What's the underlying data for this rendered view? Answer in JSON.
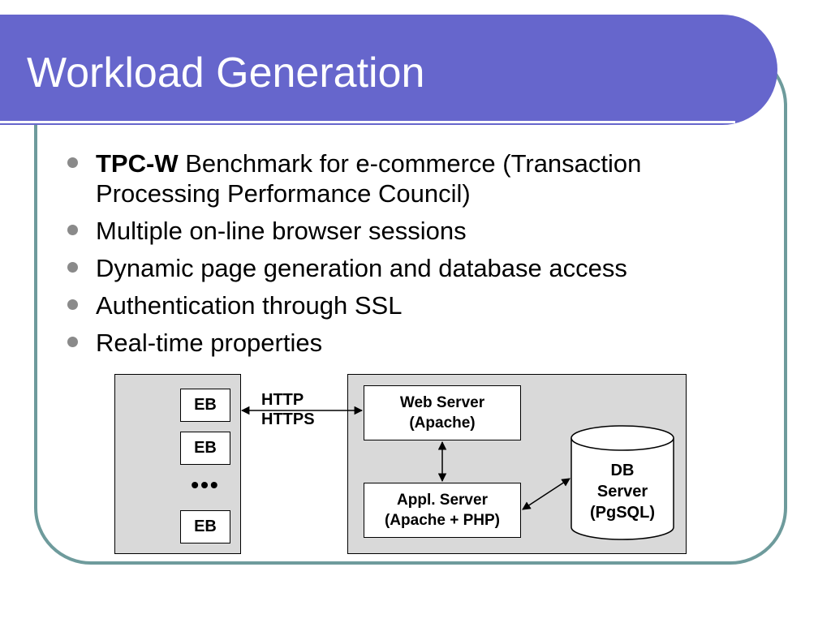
{
  "slide": {
    "title": "Workload Generation"
  },
  "bullets": {
    "b1_bold": "TPC-W",
    "b1_rest": " Benchmark for e-commerce (Transaction Processing Performance Council)",
    "b2": "Multiple on-line browser sessions",
    "b3": "Dynamic page generation and database access",
    "b4": "Authentication through SSL",
    "b5": "Real-time properties"
  },
  "diagram": {
    "eb1": "EB",
    "eb2": "EB",
    "ellipsis": "•••",
    "eb3": "EB",
    "protocol_line1": "HTTP",
    "protocol_line2": "HTTPS",
    "web_server_line1": "Web Server",
    "web_server_line2": "(Apache)",
    "app_server_line1": "Appl. Server",
    "app_server_line2": "(Apache + PHP)",
    "db_line1": "DB",
    "db_line2": "Server",
    "db_line3": "(PgSQL)"
  },
  "colors": {
    "title_bar": "#6666cc",
    "frame_border": "#6e9b9c",
    "panel_fill": "#d9d9d9",
    "bullet_dot": "#8a8a8a"
  }
}
